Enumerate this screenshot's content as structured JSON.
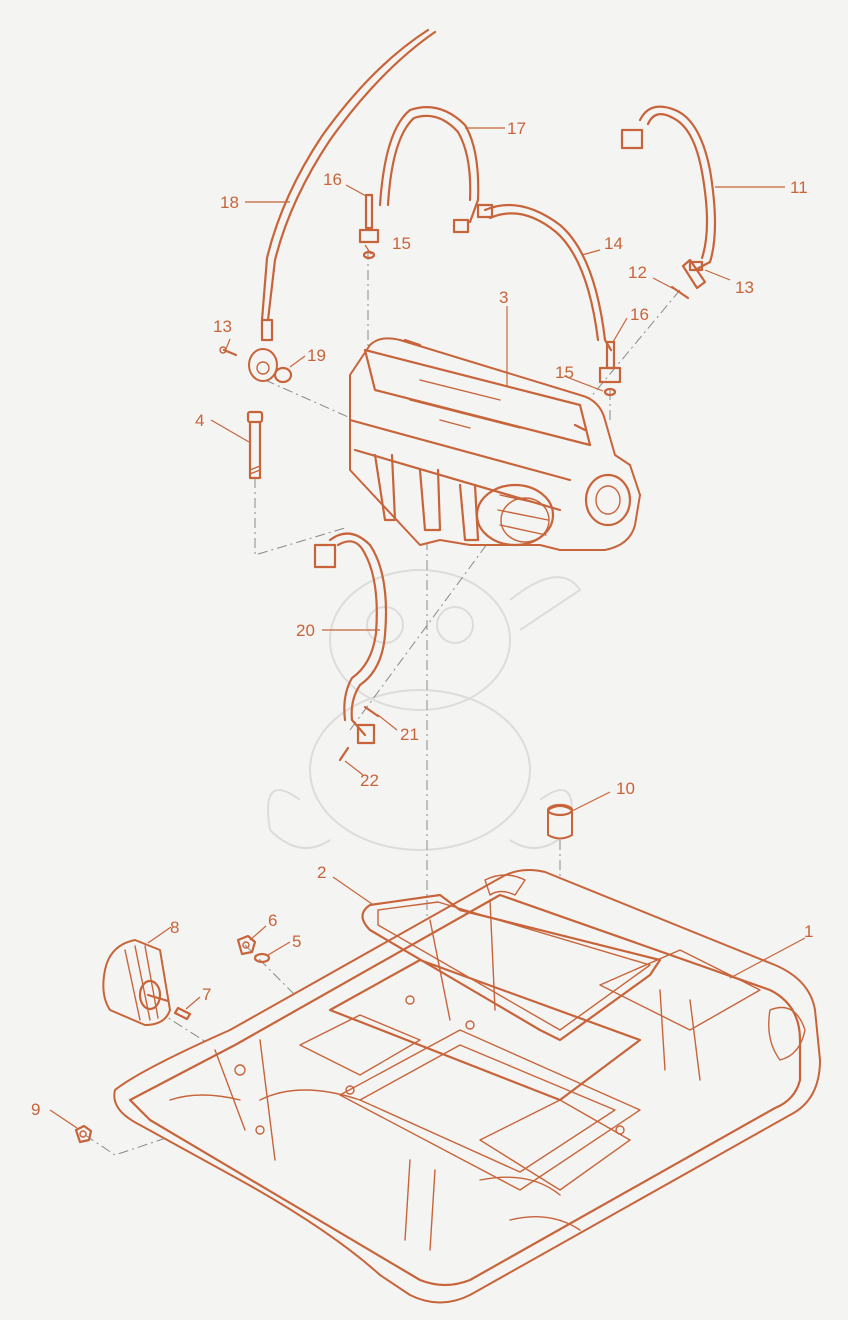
{
  "diagram": {
    "callouts": [
      {
        "id": "c1",
        "label": "1"
      },
      {
        "id": "c2",
        "label": "2"
      },
      {
        "id": "c3",
        "label": "3"
      },
      {
        "id": "c4",
        "label": "4"
      },
      {
        "id": "c5",
        "label": "5"
      },
      {
        "id": "c6",
        "label": "6"
      },
      {
        "id": "c7",
        "label": "7"
      },
      {
        "id": "c8",
        "label": "8"
      },
      {
        "id": "c9",
        "label": "9"
      },
      {
        "id": "c10",
        "label": "10"
      },
      {
        "id": "c11",
        "label": "11"
      },
      {
        "id": "c12",
        "label": "12"
      },
      {
        "id": "c13a",
        "label": "13"
      },
      {
        "id": "c13b",
        "label": "13"
      },
      {
        "id": "c14",
        "label": "14"
      },
      {
        "id": "c15a",
        "label": "15"
      },
      {
        "id": "c15b",
        "label": "15"
      },
      {
        "id": "c16a",
        "label": "16"
      },
      {
        "id": "c16b",
        "label": "16"
      },
      {
        "id": "c17",
        "label": "17"
      },
      {
        "id": "c18",
        "label": "18"
      },
      {
        "id": "c19",
        "label": "19"
      },
      {
        "id": "c20",
        "label": "20"
      },
      {
        "id": "c21",
        "label": "21"
      },
      {
        "id": "c22",
        "label": "22"
      }
    ]
  },
  "colors": {
    "line": "#c8643a",
    "background": "#f4f4f3",
    "centerline": "#8a8a8a"
  }
}
